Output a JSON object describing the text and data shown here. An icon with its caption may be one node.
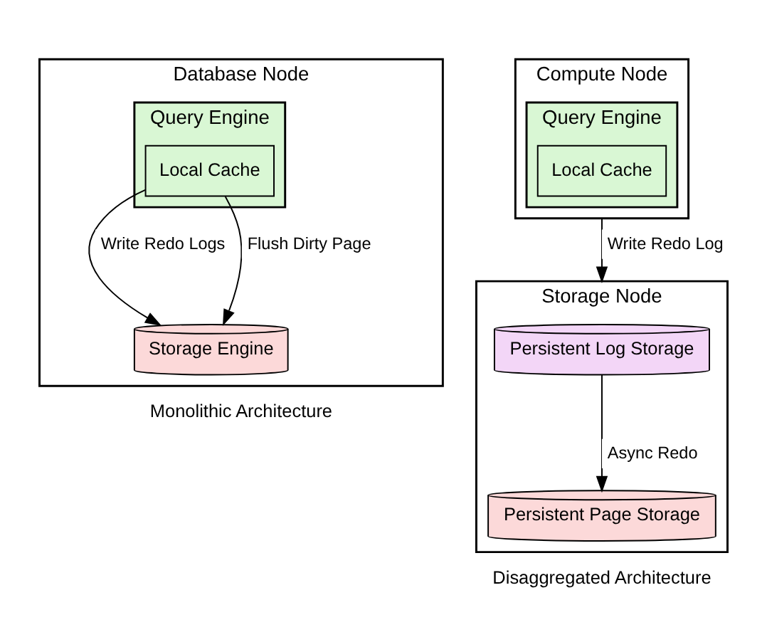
{
  "diagram": {
    "nodes": [
      {
        "text": [
          "Database Node"
        ],
        "beside": [
          "Monolithic Architecture"
        ]
      },
      {
        "text": [
          "Query Engine"
        ],
        "in": 0
      },
      {
        "text": [
          "Local Cache"
        ],
        "in": 1
      },
      {
        "text": [
          "Storage Engine"
        ],
        "in": 0
      },
      {
        "text": [
          "Compute Node"
        ]
      },
      {
        "text": [
          "Query Engine"
        ],
        "in": 4
      },
      {
        "text": [
          "Local Cache"
        ],
        "in": 5
      },
      {
        "text": [
          "Storage Node"
        ],
        "beside": [
          "Disaggregated Architecture"
        ]
      },
      {
        "text": [
          "Persistent Log Storage"
        ],
        "in": 7
      },
      {
        "text": [
          "Persistent Page Storage"
        ],
        "in": 7
      }
    ],
    "edges": [
      {
        "from": 2,
        "to": 3,
        "arrow": "to",
        "label": "Write Redo Logs"
      },
      {
        "from": 2,
        "to": 3,
        "arrow": "to",
        "label": "Flush Dirty Page"
      },
      {
        "from": 4,
        "to": 7,
        "arrow": "to",
        "label": "Write Redo Log"
      },
      {
        "from": 8,
        "to": 9,
        "arrow": "to",
        "label": "Async Redo"
      }
    ]
  }
}
